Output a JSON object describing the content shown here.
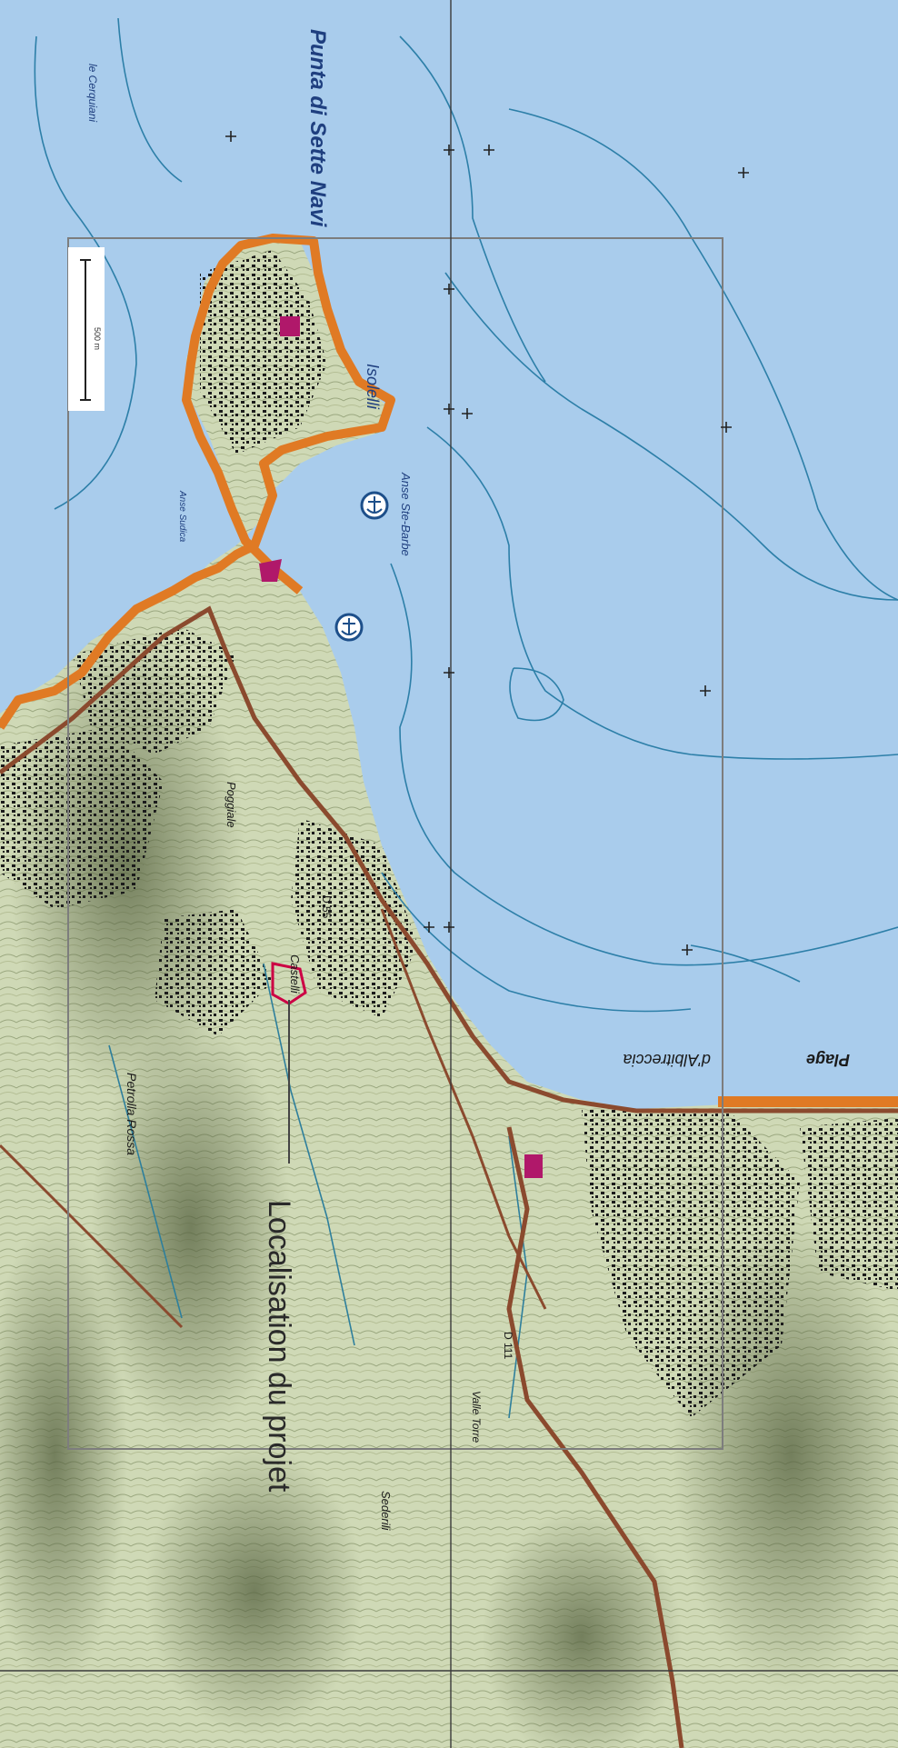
{
  "colors": {
    "sea": "#a9ccec",
    "land": "#d9e2c4",
    "relief": "#6e7a5a",
    "coast_orange": "#e07a24",
    "road": "#8b4a2e",
    "contour": "#2d7fa8",
    "frame": "#7d7d7d",
    "built": "#1b1b1b",
    "marker": "#cc0044"
  },
  "map": {
    "labels": {
      "punta": "Punta di Sette Navi",
      "isolelli": "Isolelli",
      "anse": "Anse Ste-Barbe",
      "anse_sudoku": "Anse Sudica",
      "albiccia": "d'Albitreccia",
      "plage": "Plage",
      "localisation": "Localisation du projet",
      "cerquiani": "le Cerquiani",
      "scale": "500 m",
      "valle": "Valle Torre",
      "sarrola": "Sederili",
      "d111": "D 111",
      "d55": "D 55",
      "poggiale": "Poggiale",
      "castelli": "Castelli",
      "rossa": "Petrolla Rossa"
    },
    "icons": {
      "anchor_1": "anchor-icon",
      "anchor_2": "anchor-icon",
      "survey": "cross-marker-icon"
    }
  }
}
